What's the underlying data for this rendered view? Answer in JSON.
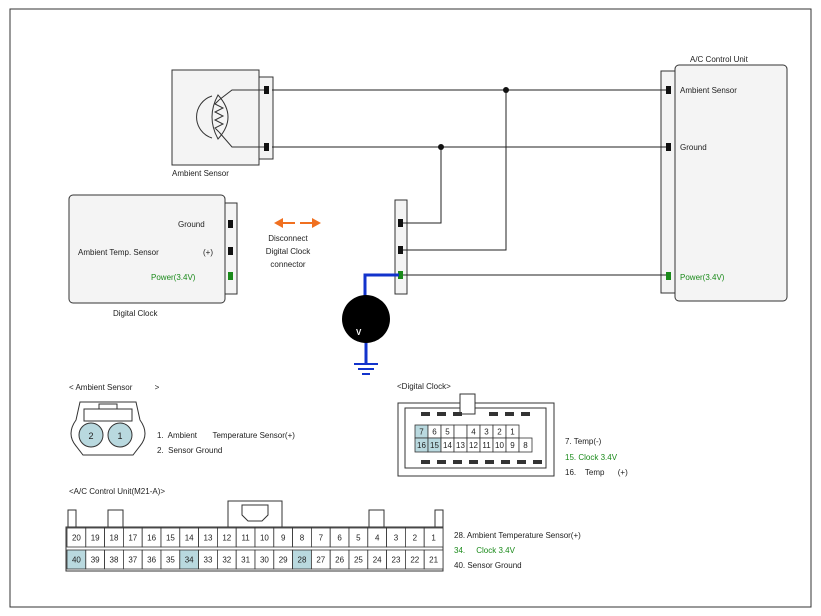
{
  "colors": {
    "line": "#222222",
    "box_fill": "#f4f4f4",
    "box_stroke": "#333333",
    "green": "#1a8a1a",
    "blue": "#1233cc",
    "orange": "#f07020",
    "pin_highlight": "#b9d9df"
  },
  "ambient_sensor": {
    "title": "Ambient Sensor"
  },
  "digital_clock": {
    "title": "Digital Clock",
    "ground_label": "Ground",
    "temp_label": "Ambient Temp. Sensor",
    "plus_label": "(+)",
    "power_label": "Power(3.4V)"
  },
  "ac_unit": {
    "title": "A/C Control Unit",
    "ambient_label": "Ambient Sensor",
    "ground_label": "Ground",
    "power_label": "Power(3.4V)"
  },
  "disconnect_note": {
    "line1": "Disconnect",
    "line2": "Digital Clock",
    "line3": "connector"
  },
  "voltmeter": {
    "label": "V"
  },
  "ambient_connector": {
    "header": "< Ambient Sensor          >",
    "pins": [
      "2",
      "1"
    ],
    "legend": [
      "1.  Ambient       Temperature Sensor(+)",
      "2.  Sensor Ground"
    ]
  },
  "clock_connector": {
    "header": "<Digital Clock>",
    "top_row": [
      "7",
      "6",
      "5",
      "",
      "4",
      "3",
      "2",
      "1"
    ],
    "bottom_row": [
      "16",
      "15",
      "14",
      "13",
      "12",
      "11",
      "10",
      "9",
      "8"
    ],
    "legend": [
      "7.  Temp(-)",
      "15. Clock 3.4V",
      "16.    Temp      (+)"
    ]
  },
  "ac_connector": {
    "header": "<A/C Control Unit(M21-A)>",
    "top_row": [
      "20",
      "19",
      "18",
      "17",
      "16",
      "15",
      "14",
      "13",
      "12",
      "11",
      "10",
      "9",
      "8",
      "7",
      "6",
      "5",
      "4",
      "3",
      "2",
      "1"
    ],
    "bottom_row": [
      "40",
      "39",
      "38",
      "37",
      "36",
      "35",
      "34",
      "33",
      "32",
      "31",
      "30",
      "29",
      "28",
      "27",
      "26",
      "25",
      "24",
      "23",
      "22",
      "21"
    ],
    "legend": [
      "28. Ambient Temperature Sensor(+)",
      "34.     Clock 3.4V",
      "40. Sensor Ground"
    ]
  }
}
